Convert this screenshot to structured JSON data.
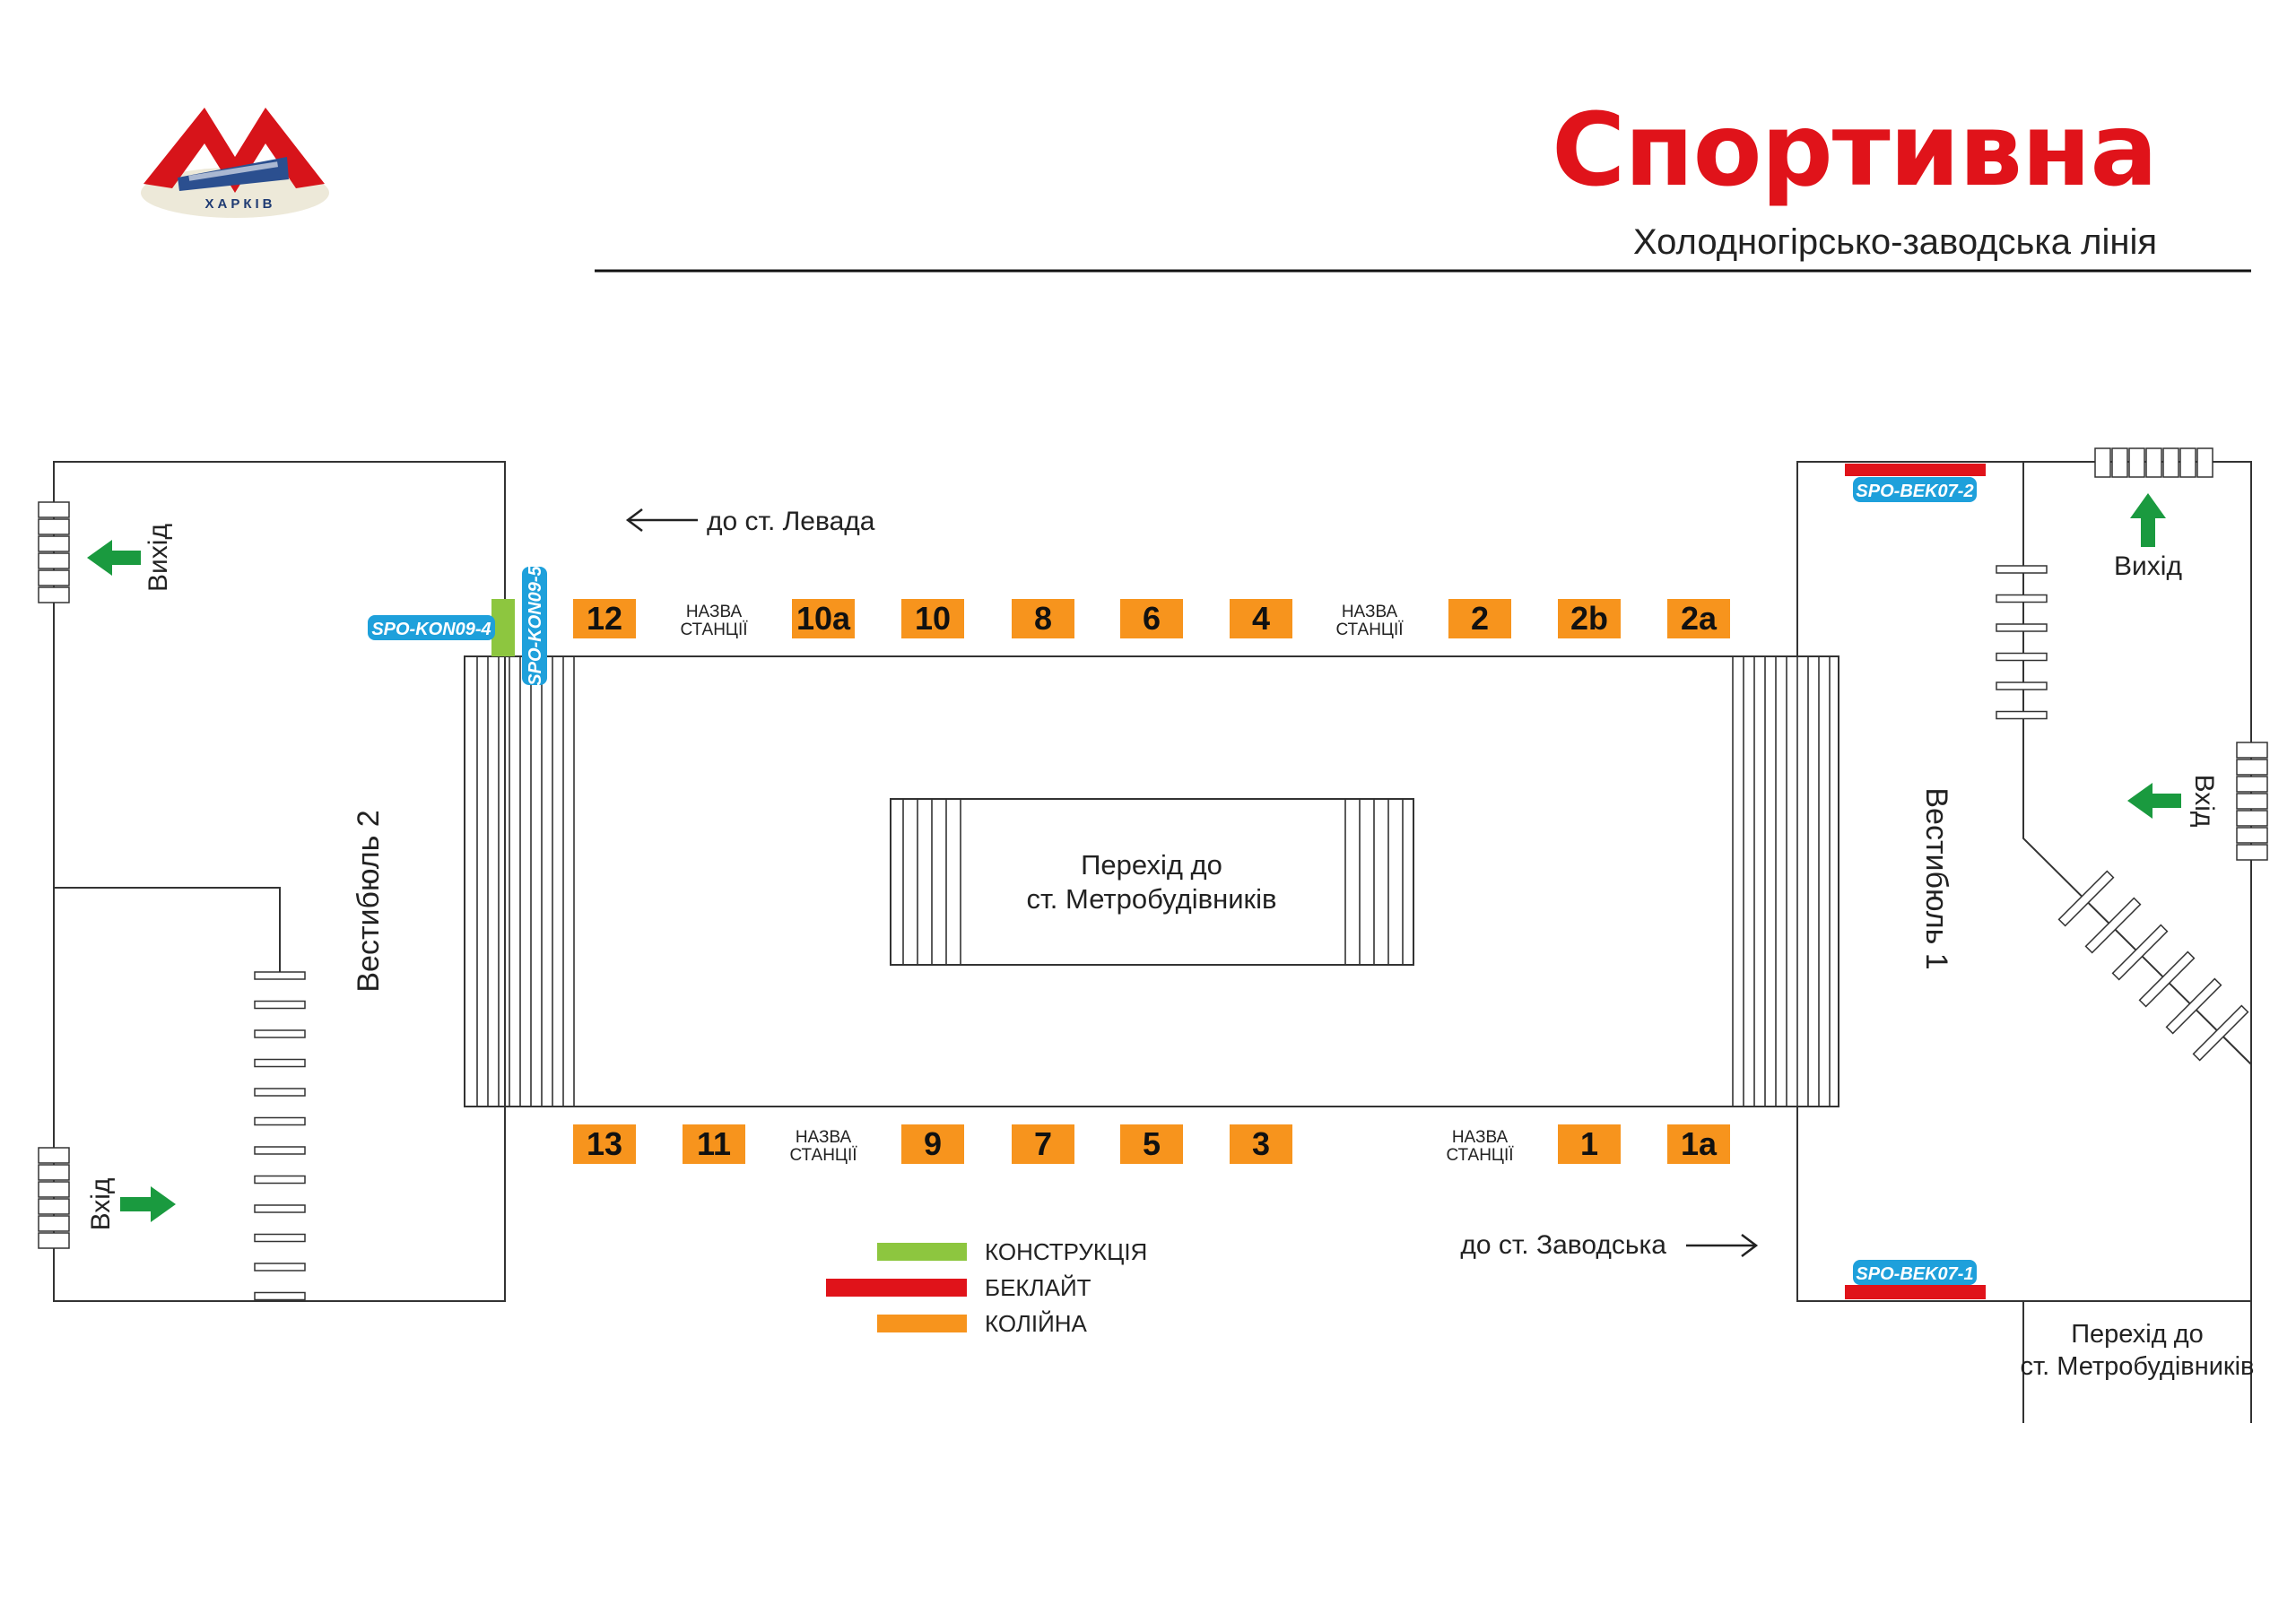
{
  "header": {
    "station_name": "Спортивна",
    "line_name": "Холодногірсько-заводська лінія"
  },
  "logo": {
    "text": "ХАРКІВ",
    "brand_color": "#d7141a"
  },
  "directions": {
    "left": "до ст. Левада",
    "right": "до ст. Заводська"
  },
  "vestibules": {
    "v2": "Вестибюль 2",
    "v1": "Вестибюль 1"
  },
  "transfer": {
    "line1": "Перехід до",
    "line2": "ст. Метробудівників"
  },
  "exits": {
    "vykhid": "Вихід",
    "vkhid": "Вхід"
  },
  "station_name_sign": {
    "line1": "НАЗВА",
    "line2": "СТАНЦІЇ"
  },
  "placements": {
    "top_row": [
      "12",
      "10a",
      "10",
      "8",
      "6",
      "4",
      "2",
      "2b",
      "2a"
    ],
    "bottom_row": [
      "13",
      "11",
      "9",
      "7",
      "5",
      "3",
      "1",
      "1a"
    ]
  },
  "codes": {
    "kon4": "SPO-KON09-4",
    "kon5": "SPO-KON09-5",
    "bek2": "SPO-BEK07-2",
    "bek1": "SPO-BEK07-1"
  },
  "legend": [
    {
      "label": "КОНСТРУКЦІЯ",
      "color": "#8dc63f"
    },
    {
      "label": "БЕКЛАЙТ",
      "color": "#e0131a"
    },
    {
      "label": "КОЛІЙНА",
      "color": "#f7941d"
    }
  ],
  "colors": {
    "placement": "#f7941d",
    "code_badge": "#1ea0db",
    "exit_arrow": "#1a9a3f",
    "construction": "#8dc63f",
    "backlight": "#e0131a"
  }
}
